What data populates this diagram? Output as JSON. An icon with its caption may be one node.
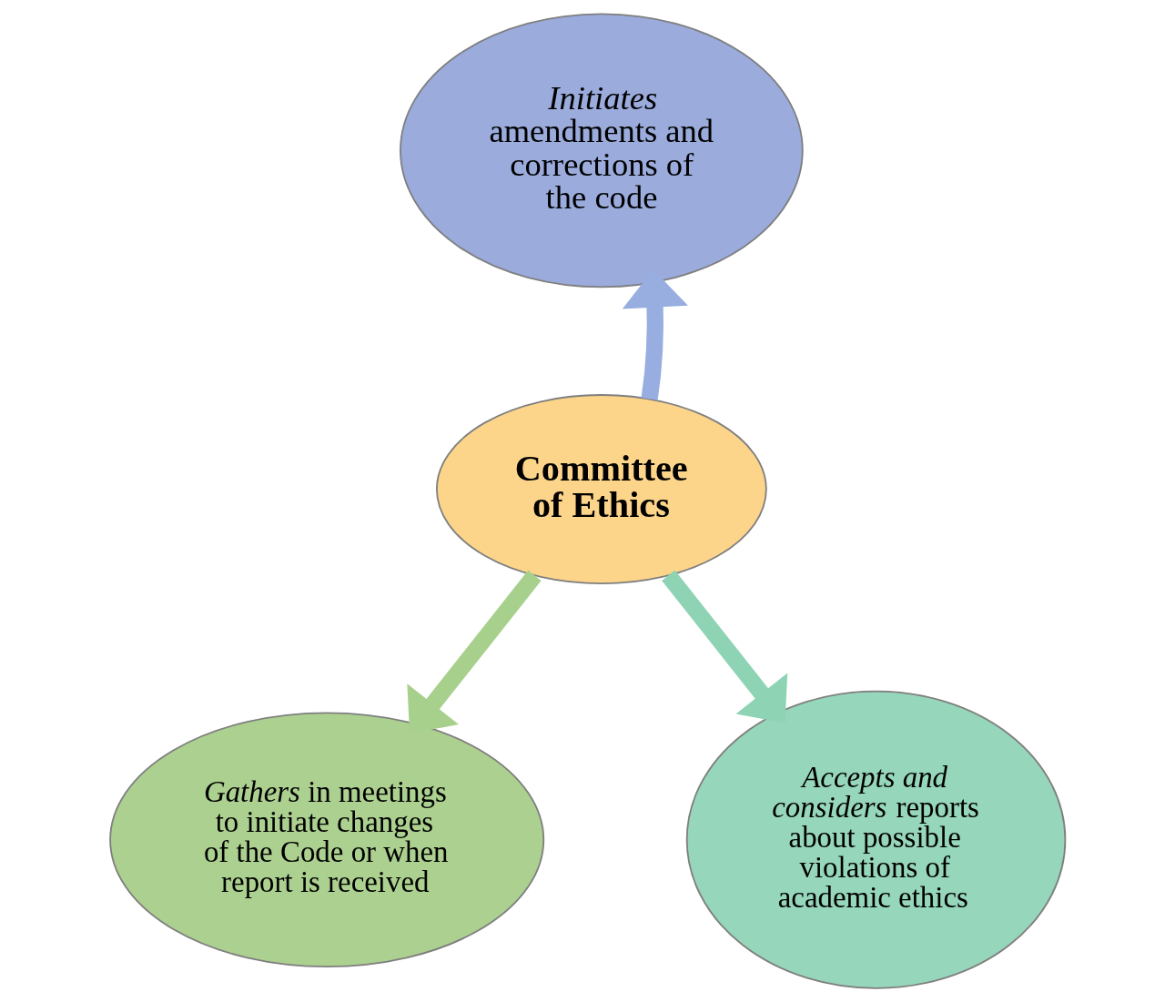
{
  "diagram": {
    "nodes": [
      {
        "text": [
          "Committee of Ethics"
        ]
      },
      {
        "text": [
          "*Initiates* amendments and corrections of the code"
        ]
      },
      {
        "text": [
          "*Gathers* in meetings to initiate changes of the Code or when report is received"
        ]
      },
      {
        "text": [
          "*Accepts and considers* reports about possible violations of academic ethics"
        ]
      }
    ],
    "edges": [
      {
        "from": 0,
        "to": 1,
        "arrow": "to",
        "color": "#98aee0"
      },
      {
        "from": 0,
        "to": 2,
        "arrow": "to",
        "color": "#a8d08d"
      },
      {
        "from": 0,
        "to": 3,
        "arrow": "to",
        "color": "#8fd3b5"
      }
    ]
  }
}
